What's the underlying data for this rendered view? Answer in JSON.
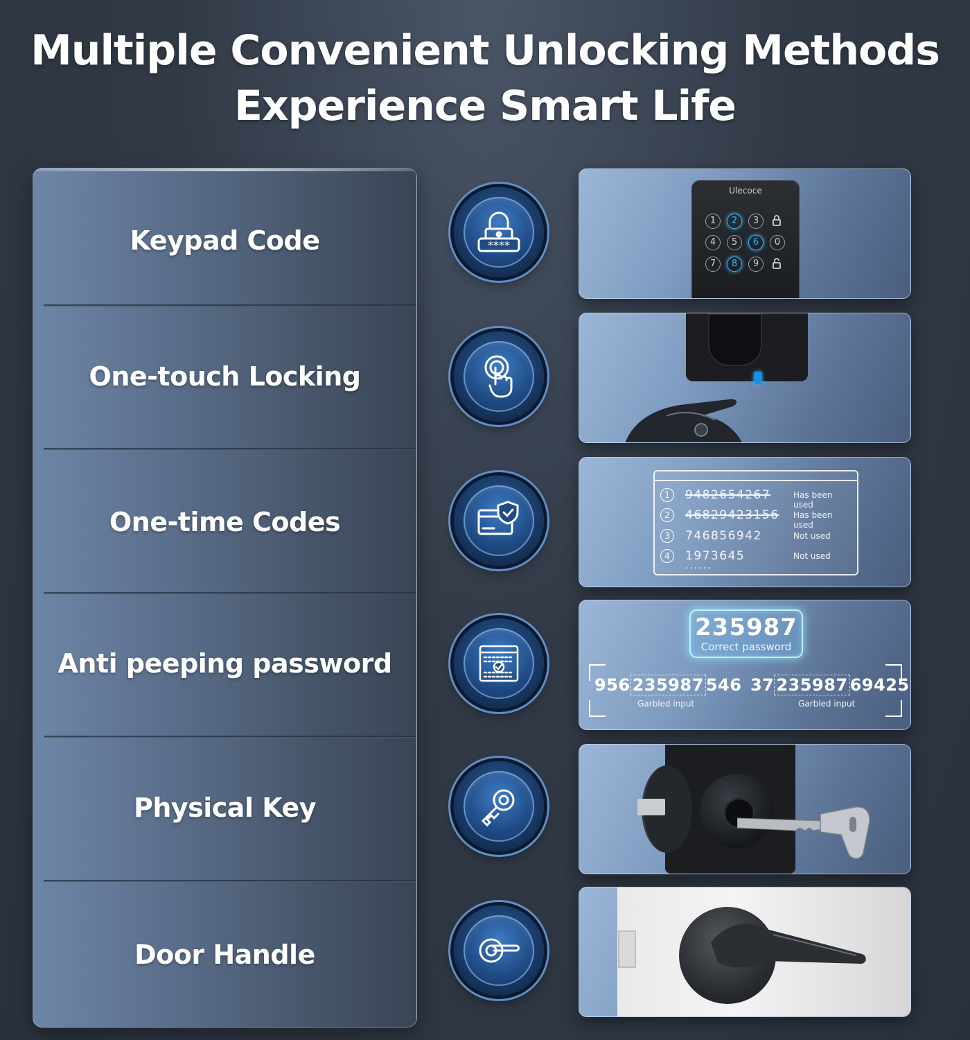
{
  "header": {
    "title_line1": "Multiple Convenient Unlocking Methods",
    "title_line2": "Experience Smart Life"
  },
  "methods": [
    {
      "label": "Keypad Code",
      "icon": "padlock-password-icon"
    },
    {
      "label": "One-touch Locking",
      "icon": "touch-hand-icon"
    },
    {
      "label": "One-time Codes",
      "icon": "card-shield-icon"
    },
    {
      "label": "Anti peeping password",
      "icon": "password-screen-icon"
    },
    {
      "label": "Physical Key",
      "icon": "key-icon"
    },
    {
      "label": "Door Handle",
      "icon": "door-handle-icon"
    }
  ],
  "keypad": {
    "brand": "Ulecoce",
    "keys": [
      "1",
      "2",
      "3",
      "lock",
      "4",
      "5",
      "6",
      "0",
      "7",
      "8",
      "9",
      "unlock"
    ],
    "lit_keys": [
      "2",
      "6",
      "8"
    ]
  },
  "one_time_codes": {
    "rows": [
      {
        "index": "1",
        "code": "9482654267",
        "status": "Has been used",
        "used": true
      },
      {
        "index": "2",
        "code": "46829423156",
        "status": "Has been used",
        "used": true
      },
      {
        "index": "3",
        "code": "746856942",
        "status": "Not used",
        "used": false
      },
      {
        "index": "4",
        "code": "1973645",
        "status": "Not used",
        "used": false
      }
    ],
    "more": "......"
  },
  "anti_peeping": {
    "password": "235987",
    "password_caption": "Correct password",
    "garbled": [
      {
        "prefix": "956",
        "core": "235987",
        "suffix": "546",
        "caption": "Garbled input"
      },
      {
        "prefix": "37",
        "core": "235987",
        "suffix": "69425",
        "caption": "Garbled input"
      }
    ]
  },
  "colors": {
    "accent_glow": "#2fb6ff",
    "badge_blue": "#1f4c85"
  }
}
